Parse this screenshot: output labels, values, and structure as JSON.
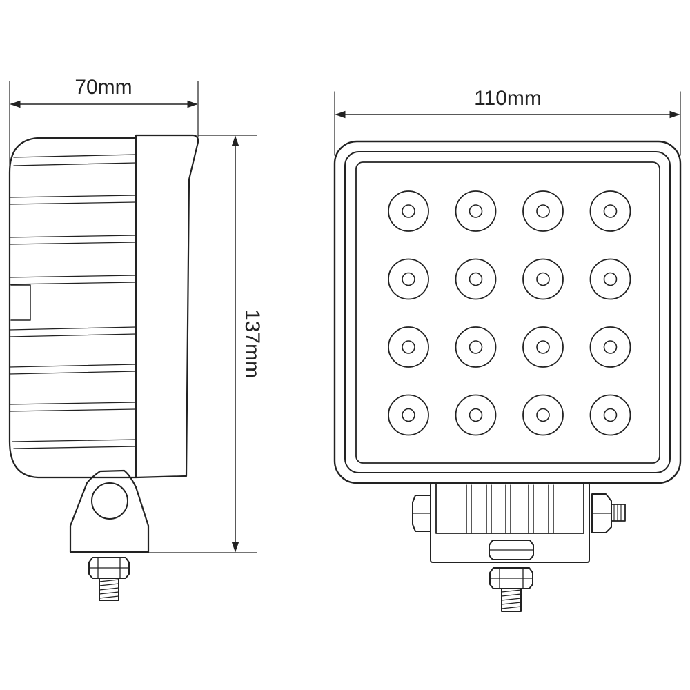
{
  "dimensions": {
    "width_side": "70mm",
    "width_front": "110mm",
    "height": "137mm"
  },
  "led_grid": {
    "rows": 4,
    "columns": 4
  },
  "colors": {
    "line": "#222222",
    "background": "#ffffff"
  }
}
